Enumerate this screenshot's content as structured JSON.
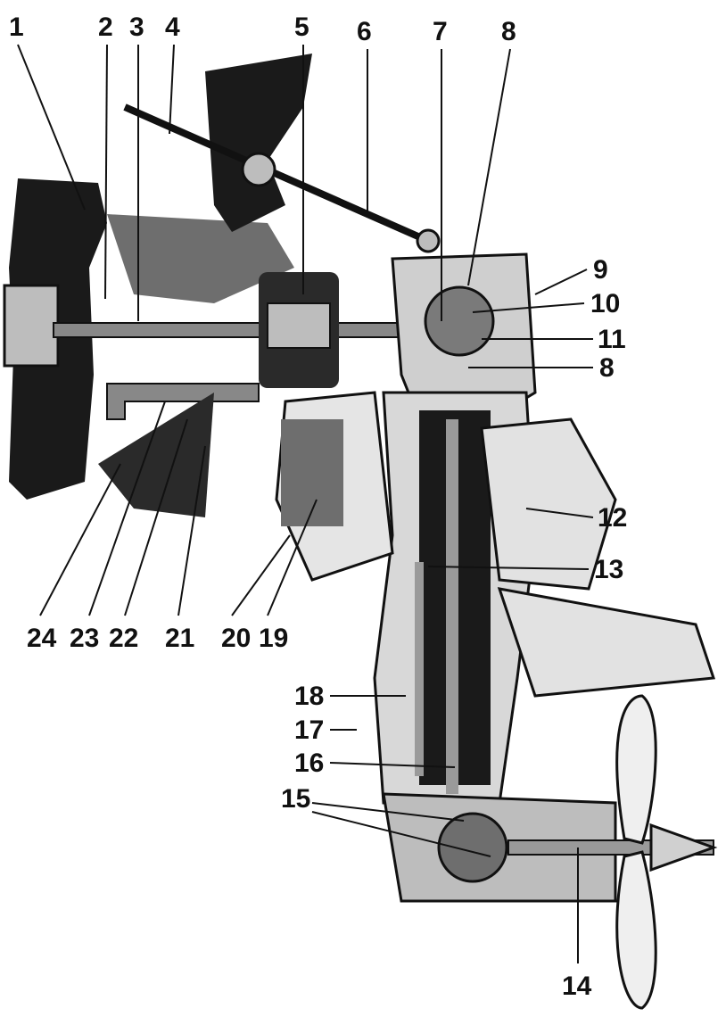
{
  "figure": {
    "colors": {
      "ink": "#111111",
      "dark": "#1a1a1a",
      "mid": "#6e6e6e",
      "light": "#bdbdbd",
      "paper": "#ffffff"
    },
    "callouts": {
      "c1": "1",
      "c2": "2",
      "c3": "3",
      "c4": "4",
      "c5": "5",
      "c6": "6",
      "c7": "7",
      "c8a": "8",
      "c8b": "8",
      "c9": "9",
      "c10": "10",
      "c11": "11",
      "c12": "12",
      "c13": "13",
      "c14": "14",
      "c15": "15",
      "c16": "16",
      "c17": "17",
      "c18": "18",
      "c19": "19",
      "c20": "20",
      "c21": "21",
      "c22": "22",
      "c23": "23",
      "c24": "24"
    }
  }
}
